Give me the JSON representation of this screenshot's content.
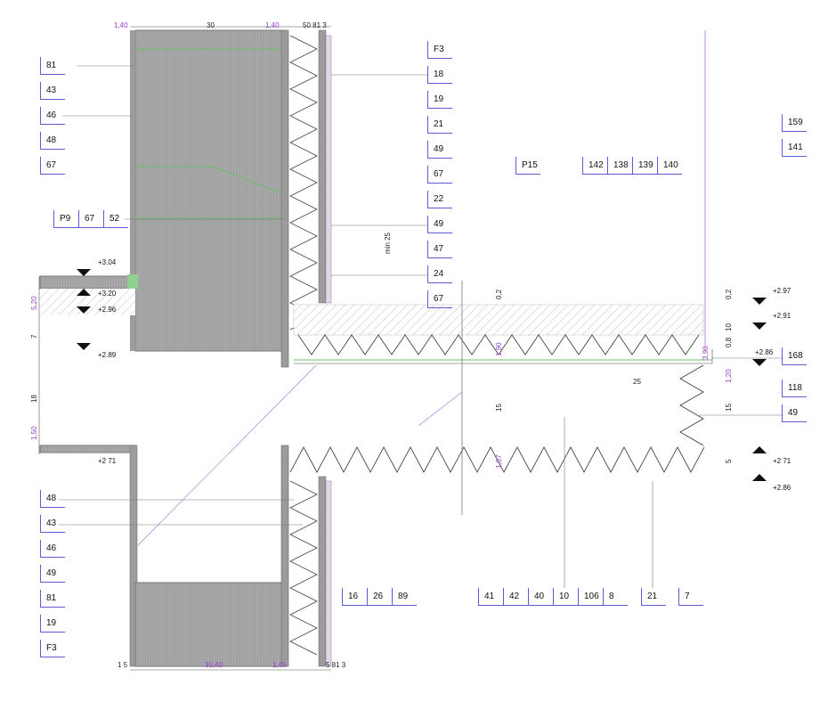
{
  "top_dims": {
    "left_overhang": "1,40",
    "wall_thickness": "30",
    "right_overhang": "1,40",
    "layers": "50 81 3"
  },
  "bottom_dims": {
    "left": "1 5",
    "wall_thickness": "30,40",
    "right_overhang": "1,45",
    "layers": "5 81 3"
  },
  "left_tags_upper": [
    "81",
    "43",
    "46",
    "48",
    "67"
  ],
  "left_tags_mid": [
    "P9",
    "67",
    "52"
  ],
  "left_tags_lower": [
    "48",
    "43",
    "46",
    "49",
    "81",
    "19",
    "F3"
  ],
  "center_tags": [
    "F3",
    "18",
    "19",
    "21",
    "49",
    "67",
    "22",
    "49",
    "47",
    "24",
    "67"
  ],
  "room_label": "P15",
  "room_tags": [
    "142",
    "138",
    "139",
    "140"
  ],
  "right_tags_top": [
    "159",
    "141"
  ],
  "right_tags_mid": [
    "168",
    "118",
    "49"
  ],
  "bottom_row_left": [
    "16",
    "26",
    "89"
  ],
  "bottom_row_right": [
    "41",
    "42",
    "40",
    "10",
    "106",
    "8",
    "21",
    "7"
  ],
  "levels_left": [
    "+3.04",
    "+3.20",
    "+2.96",
    "+2.89",
    "+2 71"
  ],
  "levels_right": [
    "+2.97",
    "+2.91",
    "+2.86",
    "+2 71",
    "+2.86"
  ],
  "side_dims_left": [
    "5,20",
    "7",
    "18",
    "1,50"
  ],
  "slab_dims": [
    "0,2",
    "1,90",
    "15",
    "1,07",
    "25",
    "15",
    "5",
    "0,2",
    "10",
    "0,8",
    "3,90",
    "1,20"
  ],
  "note": "min 25",
  "colors": {
    "concrete": "#a4a4a4",
    "line": "#555555",
    "dim": "#9a3fd0",
    "tag_frame": "#5b5bd6",
    "accent": "#5ab35a"
  }
}
